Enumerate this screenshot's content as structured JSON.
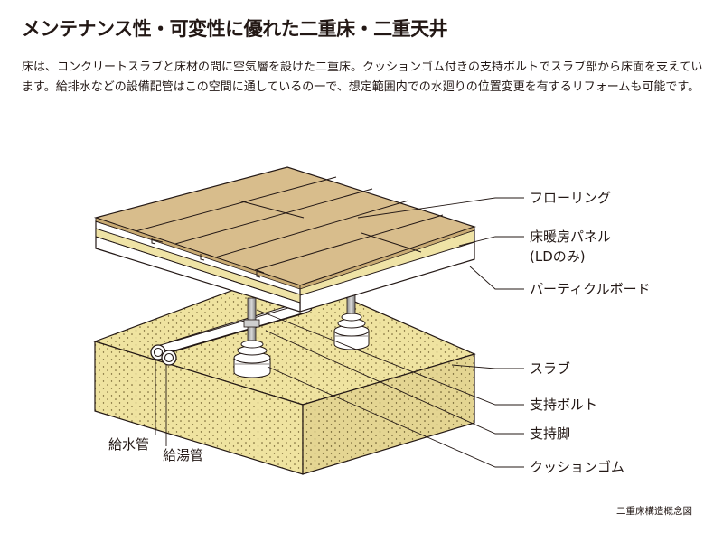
{
  "title": "メンテナンス性・可変性に優れた二重床・二重天井",
  "description": "床は、コンクリートスラブと床材の間に空気層を設けた二重床。クッションゴム付きの支持ボルトでスラブ部から床面を支えています。給排水などの設備配管はこの空間に通しているの一で、想定範囲内での水廻りの位置変更を有するリフォームも可能です。",
  "labels": {
    "flooring": "フローリング",
    "heating_panel": "床暖房パネル",
    "heating_panel_note": "(LDのみ)",
    "particle_board": "パーティクルボード",
    "slab": "スラブ",
    "support_bolt": "支持ボルト",
    "support_leg": "支持脚",
    "cushion_rubber": "クッションゴム",
    "water_pipe": "給水管",
    "hot_water_pipe": "給湯管"
  },
  "caption": "二重床構造概念図",
  "colors": {
    "flooring": "#d8bd8c",
    "heating_panel": "#efe3a6",
    "slab": "#efe3a0",
    "line": "#231815"
  }
}
